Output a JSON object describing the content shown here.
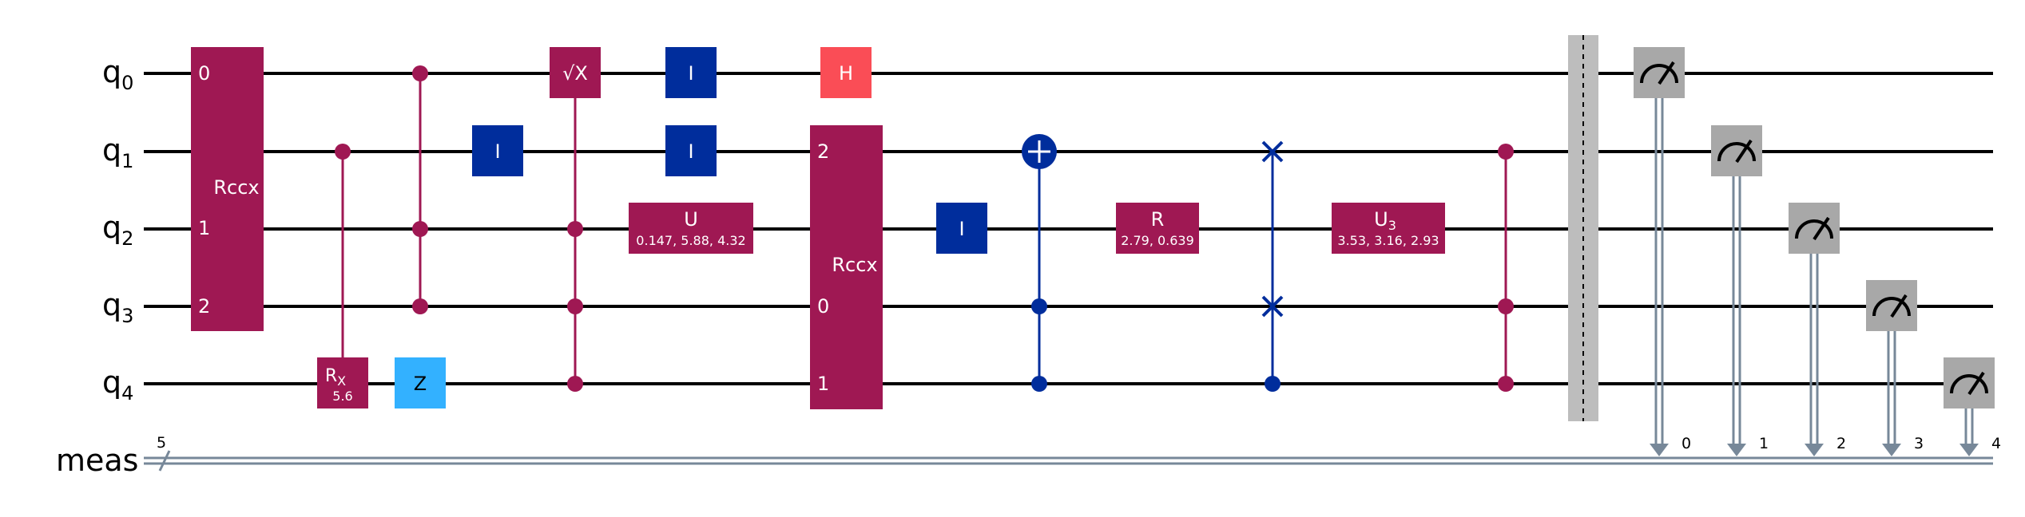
{
  "colors": {
    "wire": "#000000",
    "classical": "#778899",
    "rccx": "#9F1853",
    "identity": "#002D9C",
    "hadamard": "#FA4D56",
    "z": "#33B1FF",
    "measure": "#A8A8A8",
    "barrier": "#BDBDBD"
  },
  "wires": {
    "qubits": [
      {
        "label": "q",
        "sub": "0"
      },
      {
        "label": "q",
        "sub": "1"
      },
      {
        "label": "q",
        "sub": "2"
      },
      {
        "label": "q",
        "sub": "3"
      },
      {
        "label": "q",
        "sub": "4"
      }
    ],
    "classical": {
      "label": "meas",
      "size": "5"
    }
  },
  "gates": {
    "rccx1": {
      "label": "Rccx",
      "q0": "0",
      "q2": "2",
      "q1": "1"
    },
    "rx": {
      "label": "R",
      "sub": "X",
      "param": "5.6"
    },
    "z": {
      "label": "Z"
    },
    "sx": {
      "label": "√X"
    },
    "i_q1_a": {
      "label": "I"
    },
    "i_q0": {
      "label": "I"
    },
    "i_q1_b": {
      "label": "I"
    },
    "u": {
      "label": "U",
      "param": "0.147, 5.88, 4.32"
    },
    "h": {
      "label": "H"
    },
    "rccx2": {
      "label": "Rccx",
      "q1": "2",
      "q3": "0",
      "q4": "1"
    },
    "i_q2": {
      "label": "I"
    },
    "r": {
      "label": "R",
      "param": "2.79, 0.639"
    },
    "u3": {
      "label": "U",
      "sub": "3",
      "param": "3.53, 3.16, 2.93"
    }
  },
  "measurements": {
    "bits": [
      "0",
      "1",
      "2",
      "3",
      "4"
    ]
  }
}
